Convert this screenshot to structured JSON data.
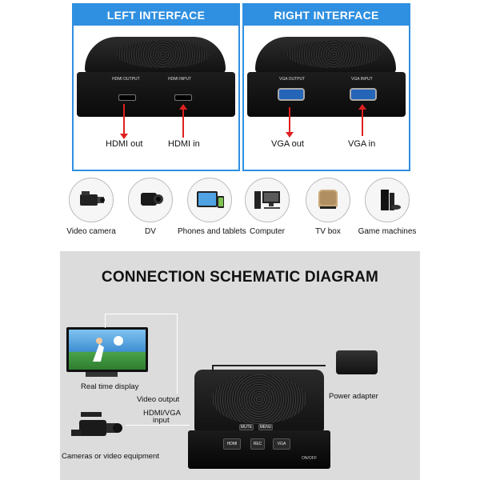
{
  "interfaces": {
    "left": {
      "title": "LEFT INTERFACE",
      "ports": [
        {
          "label": "HDMI OUTPUT",
          "caption": "HDMI out",
          "direction": "out"
        },
        {
          "label": "HDMI INPUT",
          "caption": "HDMI in",
          "direction": "in"
        }
      ]
    },
    "right": {
      "title": "RIGHT INTERFACE",
      "ports": [
        {
          "label": "VGA OUTPUT",
          "caption": "VGA out",
          "direction": "out"
        },
        {
          "label": "VGA INPUT",
          "caption": "VGA in",
          "direction": "in"
        }
      ]
    }
  },
  "sources": [
    {
      "label": "Video camera",
      "icon": "video-camera-icon"
    },
    {
      "label": "DV",
      "icon": "camcorder-icon"
    },
    {
      "label": "Phones and tablets",
      "icon": "tablet-phone-icon"
    },
    {
      "label": "Computer",
      "icon": "computer-icon"
    },
    {
      "label": "TV box",
      "icon": "tv-box-icon"
    },
    {
      "label": "Game machines",
      "icon": "game-console-icon"
    }
  ],
  "schematic": {
    "title": "CONNECTION SCHEMATIC DIAGRAM",
    "display_caption": "Real time display",
    "video_output_caption": "Video output",
    "input_caption_line1": "HDMI/VGA",
    "input_caption_line2": "input",
    "camera_caption": "Cameras or video equipment",
    "power_caption": "Power adapter",
    "device_buttons": [
      "HDMI",
      "REC",
      "VGA"
    ],
    "device_small_buttons": [
      "MUTE",
      "MENU"
    ],
    "power_switch_label": "ON/OFF"
  },
  "colors": {
    "accent": "#2f8fe0",
    "arrow": "#e02020"
  }
}
